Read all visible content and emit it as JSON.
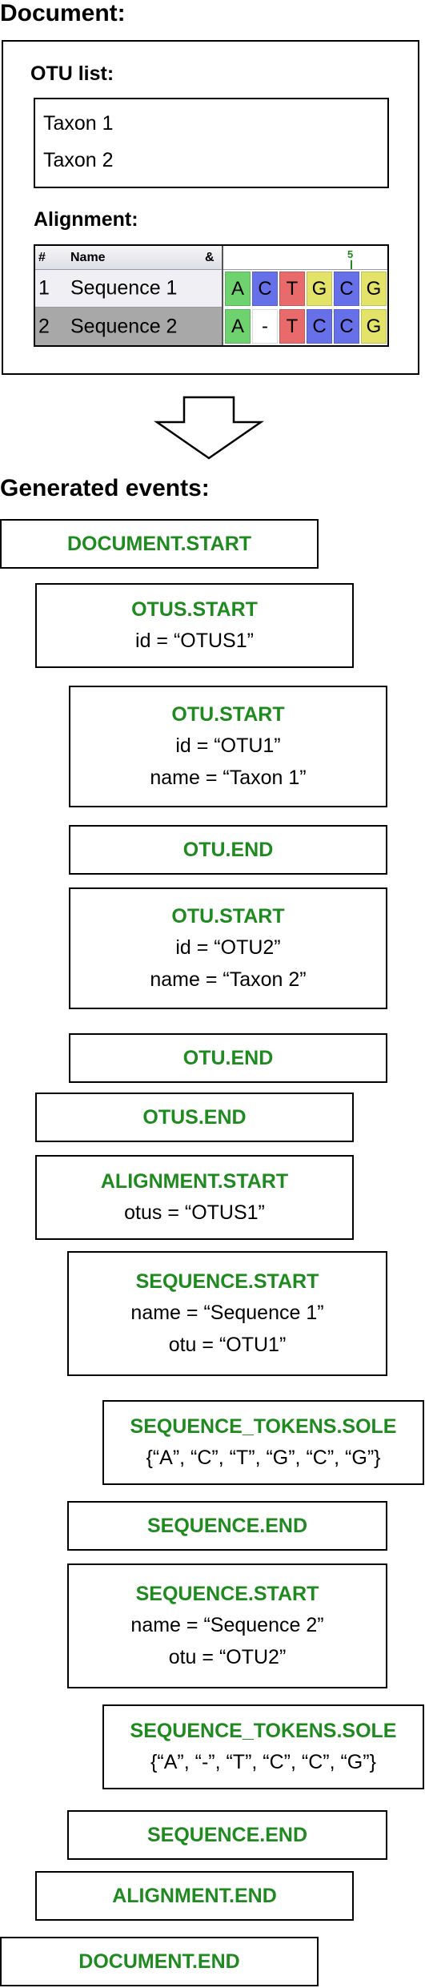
{
  "document_heading": "Document:",
  "otu_list": {
    "label": "OTU list:",
    "taxa": [
      "Taxon 1",
      "Taxon 2"
    ]
  },
  "alignment": {
    "label": "Alignment:",
    "header": {
      "num": "#",
      "name": "Name",
      "amp": "&",
      "column_marker": "5"
    },
    "rows": [
      {
        "num": "1",
        "name": "Sequence 1",
        "tokens": [
          "A",
          "C",
          "T",
          "G",
          "C",
          "G"
        ]
      },
      {
        "num": "2",
        "name": "Sequence 2",
        "tokens": [
          "A",
          "-",
          "T",
          "C",
          "C",
          "G"
        ]
      }
    ],
    "token_colors": {
      "A": "#6ed36e",
      "C": "#6670e8",
      "T": "#e86a6a",
      "G": "#e3e36a",
      "-": "#ffffff"
    }
  },
  "arrow_icon": "down-arrow-icon",
  "events_heading": "Generated events:",
  "events": [
    {
      "title": "DOCUMENT.START",
      "attrs": []
    },
    {
      "title": "OTUS.START",
      "attrs": [
        "id = “OTUS1”"
      ]
    },
    {
      "title": "OTU.START",
      "attrs": [
        "id = “OTU1”",
        "name = “Taxon 1”"
      ]
    },
    {
      "title": "OTU.END",
      "attrs": []
    },
    {
      "title": "OTU.START",
      "attrs": [
        "id = “OTU2”",
        "name = “Taxon 2”"
      ]
    },
    {
      "title": "OTU.END",
      "attrs": []
    },
    {
      "title": "OTUS.END",
      "attrs": []
    },
    {
      "title": "ALIGNMENT.START",
      "attrs": [
        "otus = “OTUS1”"
      ]
    },
    {
      "title": "SEQUENCE.START",
      "attrs": [
        "name = “Sequence 1”",
        "otu = “OTU1”"
      ]
    },
    {
      "title": "SEQUENCE_TOKENS.SOLE",
      "attrs": [
        "{“A”, “C”, “T”, “G”, “C”, “G”}"
      ]
    },
    {
      "title": "SEQUENCE.END",
      "attrs": []
    },
    {
      "title": "SEQUENCE.START",
      "attrs": [
        "name = “Sequence 2”",
        "otu = “OTU2”"
      ]
    },
    {
      "title": "SEQUENCE_TOKENS.SOLE",
      "attrs": [
        "{“A”, “-”, “T”, “C”, “C”, “G”}"
      ]
    },
    {
      "title": "SEQUENCE.END",
      "attrs": []
    },
    {
      "title": "ALIGNMENT.END",
      "attrs": []
    },
    {
      "title": "DOCUMENT.END",
      "attrs": []
    }
  ]
}
